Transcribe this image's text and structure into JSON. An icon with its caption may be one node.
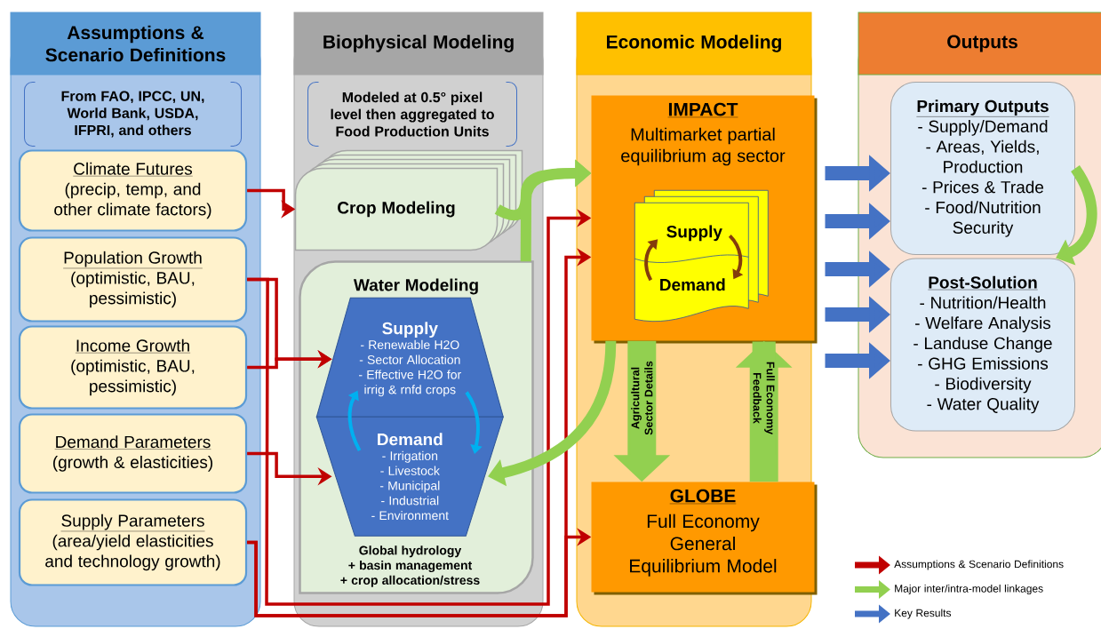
{
  "diagram": {
    "nodes": [
      {
        "text": [
          "Assumptions & Scenario Definitions"
        ]
      },
      {
        "text": [
          "From FAO, IPCC, UN, World Bank, USDA, IFPRI, and others"
        ],
        "in": 0
      },
      {
        "text": [
          "Climate Futures",
          "(precip, temp, and other climate factors)"
        ],
        "in": 0
      },
      {
        "text": [
          "Population Growth",
          "(optimistic, BAU, pessimistic)"
        ],
        "in": 0
      },
      {
        "text": [
          "Income Growth",
          "(optimistic, BAU, pessimistic)"
        ],
        "in": 0
      },
      {
        "text": [
          "Demand Parameters",
          "(growth & elasticities)"
        ],
        "in": 0
      },
      {
        "text": [
          "Supply Parameters",
          "(area/yield elasticities and technology growth)"
        ],
        "in": 0
      },
      {
        "text": [
          "Biophysical Modeling"
        ]
      },
      {
        "text": [
          "Modeled at 0.5° pixel level then aggregated to Food Production Units"
        ],
        "in": 7
      },
      {
        "text": [
          "Crop Modeling"
        ],
        "in": 7
      },
      {
        "text": [
          "Water Modeling",
          "Global hydrology",
          "+ basin management",
          "+ crop allocation/stress"
        ],
        "in": 7
      },
      {
        "text": [
          "Supply",
          "- Renewable H2O",
          "- Sector Allocation",
          "- Effective H2O for irrig & rnfd crops"
        ],
        "in": 10
      },
      {
        "text": [
          "Demand",
          "- Irrigation",
          "- Livestock",
          "- Municipal",
          "- Industrial",
          "- Environment"
        ],
        "in": 10
      },
      {
        "text": [
          "Economic Modeling"
        ]
      },
      {
        "text": [
          "IMPACT",
          "Multimarket partial equilibrium ag sector"
        ],
        "in": 13
      },
      {
        "text": [
          "Supply",
          "Demand"
        ],
        "in": 14
      },
      {
        "text": [
          "GLOBE",
          "Full Economy General Equilibrium Model"
        ],
        "in": 13
      },
      {
        "text": [
          "Outputs"
        ]
      },
      {
        "text": [
          "Primary Outputs",
          "- Supply/Demand",
          "- Areas, Yields, Production",
          "- Prices & Trade",
          "- Food/Nutrition Security"
        ],
        "in": 17
      },
      {
        "text": [
          "Post-Solution",
          "- Nutrition/Health",
          "- Welfare Analysis",
          "- Landuse Change",
          "- GHG Emissions",
          "- Biodiversity",
          "- Water Quality"
        ],
        "in": 17
      }
    ],
    "edges": [
      {
        "from": 2,
        "to": 9,
        "arrow": "to"
      },
      {
        "from": 3,
        "to": 11,
        "arrow": "to"
      },
      {
        "from": 4,
        "to": 11,
        "arrow": "to"
      },
      {
        "from": 5,
        "to": 12,
        "arrow": "to"
      },
      {
        "from": 3,
        "to": 14,
        "arrow": "to"
      },
      {
        "from": 6,
        "to": 14,
        "arrow": "to"
      },
      {
        "from": 6,
        "to": 16,
        "arrow": "to"
      },
      {
        "from": 9,
        "to": 14,
        "arrow": "to",
        "color": "#92d050"
      },
      {
        "from": 10,
        "to": 14,
        "arrow": "to",
        "color": "#92d050"
      },
      {
        "from": 14,
        "to": 12,
        "arrow": "to",
        "color": "#92d050"
      },
      {
        "from": 14,
        "to": 16,
        "arrow": "to",
        "label": "Agricultural Sector Details",
        "style": "thick",
        "color": "#92d050"
      },
      {
        "from": 16,
        "to": 14,
        "arrow": "to",
        "label": "Full Economy Feedback",
        "style": "thick",
        "color": "#92d050"
      },
      {
        "from": 18,
        "to": 19,
        "arrow": "to",
        "color": "#92d050"
      },
      {
        "from": 13,
        "to": 18,
        "arrow": "to",
        "color": "#4472c4"
      },
      {
        "from": 13,
        "to": 18,
        "arrow": "to",
        "color": "#4472c4"
      },
      {
        "from": 13,
        "to": 19,
        "arrow": "to",
        "color": "#4472c4"
      },
      {
        "from": 13,
        "to": 19,
        "arrow": "to",
        "color": "#4472c4"
      },
      {
        "from": 13,
        "to": 19,
        "arrow": "to",
        "color": "#4472c4"
      },
      {
        "from": 12,
        "to": 11,
        "arrow": "to",
        "color": "#00b0f0"
      },
      {
        "from": 11,
        "to": 12,
        "arrow": "to",
        "color": "#00b0f0"
      }
    ],
    "legend": [
      {
        "text": "Assumptions & Scenario Definitions",
        "color": "#c00000"
      },
      {
        "text": "Major inter/intra-model linkages",
        "color": "#92d050"
      },
      {
        "text": "Key Results",
        "color": "#4472c4"
      }
    ]
  }
}
